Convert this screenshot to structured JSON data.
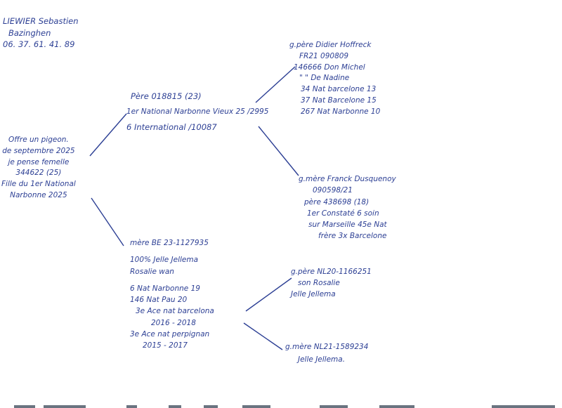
{
  "ink_color": "#2c3f94",
  "owner": {
    "lines": [
      "LIEWIER Sebastien",
      "Bazinghen",
      "06. 37. 61. 41. 89"
    ]
  },
  "subject": {
    "lines": [
      "Offre un pigeon.",
      "de septembre 2025",
      "je pense femelle",
      "344622 (25)",
      "Fille du 1er National",
      "Narbonne 2025"
    ]
  },
  "sire": {
    "lines": [
      "Père 018815 (23)",
      "1er National Narbonne Vieux 25 /2995",
      "6 International /10087"
    ]
  },
  "dam": {
    "lines": [
      "mère BE 23-1127935",
      "100% Jelle Jellema",
      "Rosalie wan",
      "",
      "6 Nat Narbonne 19",
      "146 Nat Pau 20",
      "3e Ace nat barcelona",
      "2016 - 2018",
      "3e Ace nat perpignan",
      "2015 - 2017"
    ]
  },
  "sire_sire": {
    "lines": [
      "g.père Didier Hoffreck",
      "FR21 090809",
      "146666 Don Michel",
      "\" \" De Nadine",
      "34 Nat barcelone 13",
      "37 Nat Barcelone 15",
      "267 Nat Narbonne 10"
    ]
  },
  "sire_dam": {
    "lines": [
      "g.mère Franck Dusquenoy",
      "090598/21",
      "père 438698 (18)",
      "1er Constaté 6 soin",
      "sur Marseille 45e Nat",
      "frère 3x Barcelone"
    ]
  },
  "dam_sire": {
    "lines": [
      "g.père NL20-1166251",
      "son Rosalie",
      "Jelle Jellema"
    ]
  },
  "dam_dam": {
    "lines": [
      "g.mère NL21-1589234",
      "Jelle Jellema."
    ]
  }
}
